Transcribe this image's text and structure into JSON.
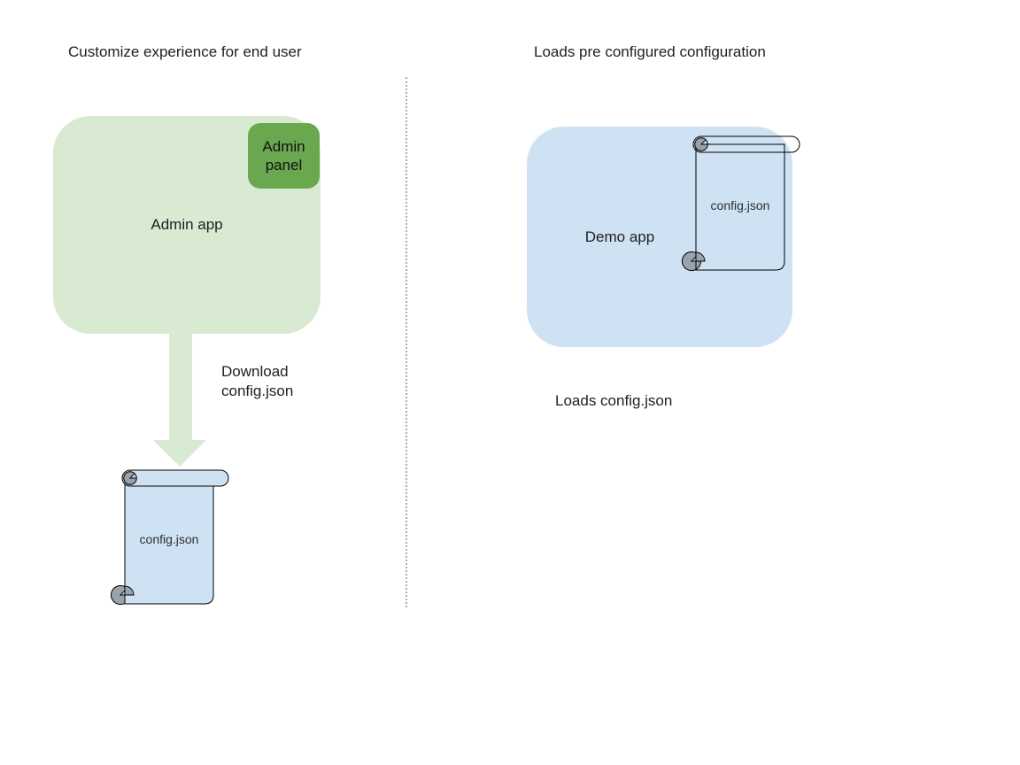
{
  "colors": {
    "light-green": "#d9ead3",
    "green": "#6aa84f",
    "light-blue": "#cfe2f3",
    "curl-grey": "#9aa3ac",
    "outline": "#000000",
    "divider": "#ababab",
    "text": "#202124"
  },
  "left": {
    "title": "Customize experience for end user",
    "admin_app_label": "Admin app",
    "admin_panel_label": "Admin panel",
    "download_caption": "Download\nconfig.json",
    "config_file_label": "config.json"
  },
  "right": {
    "title": "Loads pre configured configuration",
    "demo_app_label": "Demo app",
    "config_file_label": "config.json",
    "caption": "Loads config.json"
  }
}
